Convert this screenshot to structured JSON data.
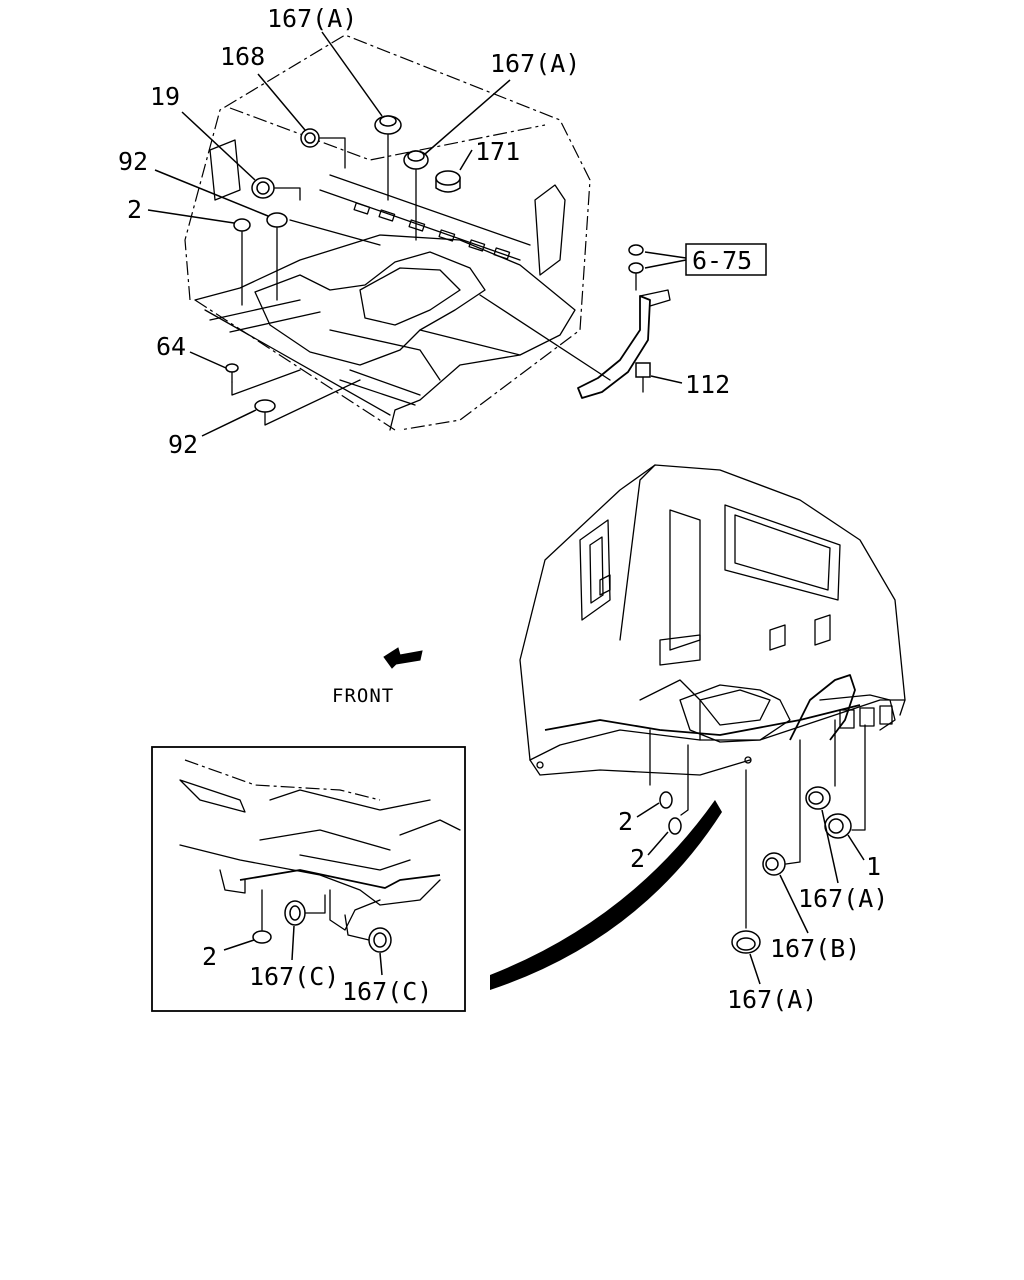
{
  "top_view": {
    "labels": {
      "p167a_1": "167(A)",
      "p168": "168",
      "p167a_2": "167(A)",
      "p19": "19",
      "p171": "171",
      "p92_top": "92",
      "p2_top": "2",
      "ref_6_75": "6-75",
      "p64": "64",
      "p112": "112",
      "p92_bottom": "92"
    }
  },
  "direction": {
    "label": "FRONT"
  },
  "bottom_view": {
    "labels": {
      "p2_a": "2",
      "p2_b": "2",
      "p1": "1",
      "p167a_right": "167(A)",
      "p167b": "167(B)",
      "p167a_bottom": "167(A)"
    }
  },
  "detail_inset": {
    "labels": {
      "p2": "2",
      "p167c_1": "167(C)",
      "p167c_2": "167(C)"
    }
  }
}
